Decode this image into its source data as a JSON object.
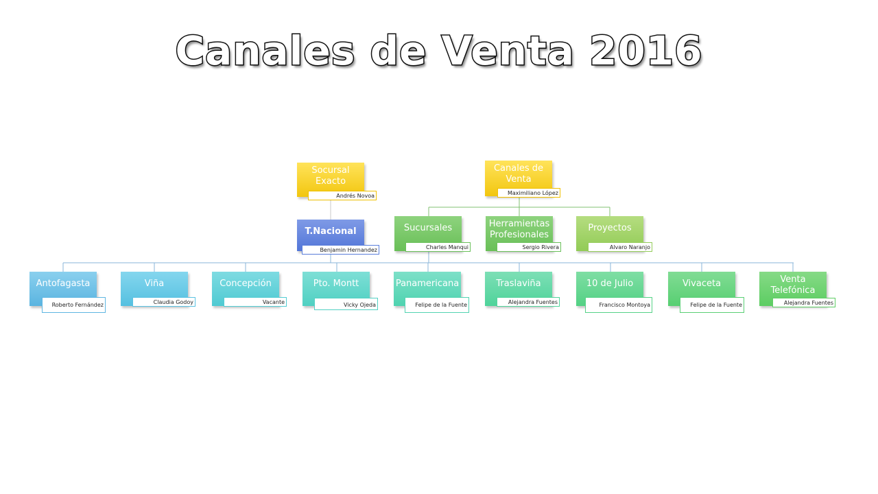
{
  "title": "Canales de Venta 2016",
  "org_chart": {
    "roots": [
      {
        "label": "Socursal Exacto",
        "person": "Andrés Novoa"
      },
      {
        "label": "Canales de Venta",
        "person": "Maximiliano López"
      }
    ],
    "mid": [
      {
        "label": "T.Nacional",
        "person": "Benjamin Hernandez"
      },
      {
        "label": "Sucursales",
        "person": "Charles Manqui"
      },
      {
        "label": "Herramientas Profesionales",
        "person": "Sergio Rivera"
      },
      {
        "label": "Proyectos",
        "person": "Alvaro Naranjo"
      }
    ],
    "branches": [
      {
        "label": "Antofagasta",
        "person": "Roberto Fernández"
      },
      {
        "label": "Viña",
        "person": "Claudia Godoy"
      },
      {
        "label": "Concepción",
        "person": "Vacante"
      },
      {
        "label": "Pto. Montt",
        "person": "Vicky Ojeda"
      },
      {
        "label": "Panamericana",
        "person": "Felipe de la Fuente"
      },
      {
        "label": "Traslaviña",
        "person": "Alejandra Fuentes"
      },
      {
        "label": "10 de Julio",
        "person": "Francisco Montoya"
      },
      {
        "label": "Vivaceta",
        "person": "Felipe de la Fuente"
      },
      {
        "label": "Venta Telefónica",
        "person": "Alejandra Fuentes"
      }
    ]
  }
}
